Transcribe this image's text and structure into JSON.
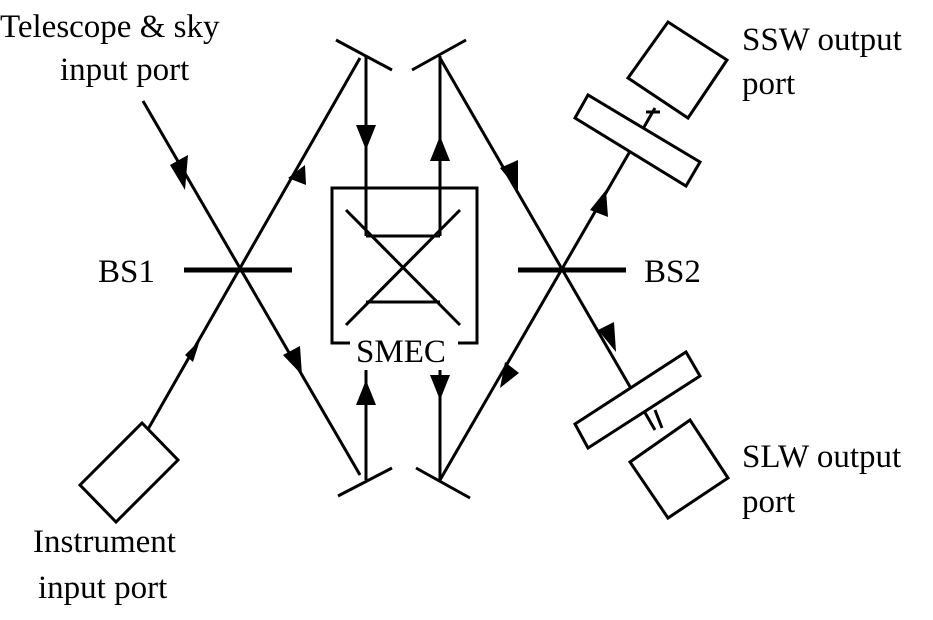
{
  "labels": {
    "telescope_port": [
      "Telescope & sky",
      "input port"
    ],
    "instrument_port": [
      "Instrument",
      "input port"
    ],
    "ssw_port": [
      "SSW output",
      "port"
    ],
    "slw_port": [
      "SLW output",
      "port"
    ],
    "bs1": "BS1",
    "bs2": "BS2",
    "smec": "SMEC"
  }
}
